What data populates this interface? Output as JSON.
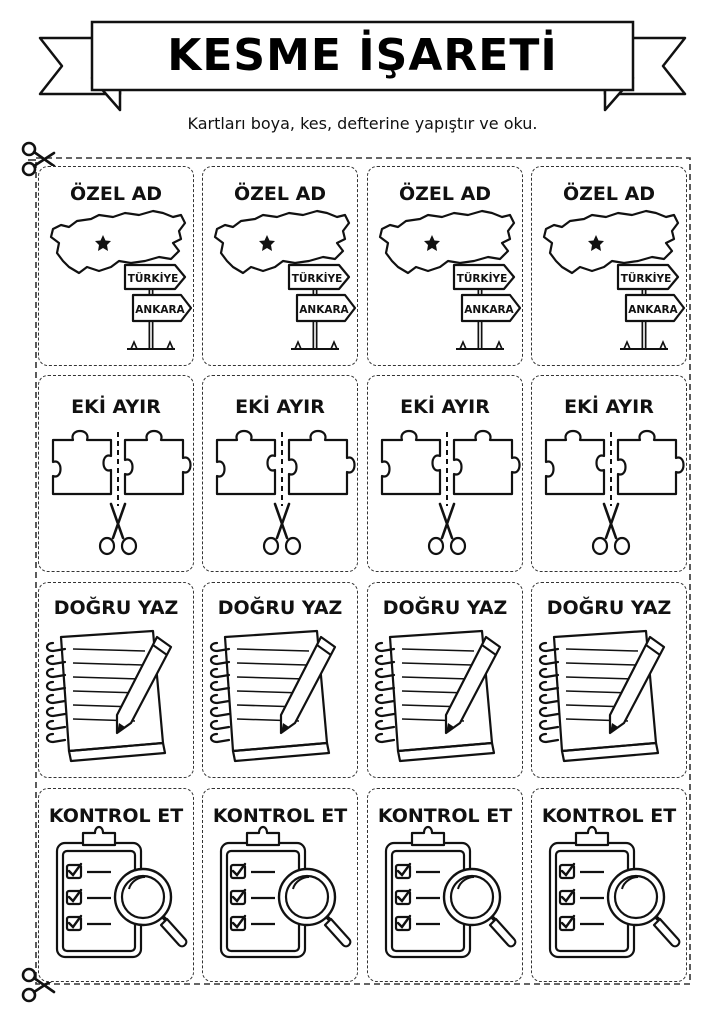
{
  "title": "KESME İŞARETİ",
  "instruction": "Kartları boya, kes, defterine yapıştır ve oku.",
  "rows": [
    {
      "type": "ozel",
      "label": "ÖZEL AD",
      "sign_top": "TÜRKİYE",
      "sign_bottom": "ANKARA",
      "icons": [
        "turkey-map-icon",
        "star-icon",
        "signpost-icon"
      ]
    },
    {
      "type": "ek",
      "label": "EKİ AYIR",
      "icons": [
        "puzzle-pieces-icon",
        "scissors-icon"
      ]
    },
    {
      "type": "yaz",
      "label": "DOĞRU YAZ",
      "icons": [
        "notebook-icon",
        "pencil-icon"
      ]
    },
    {
      "type": "kontrol",
      "label": "KONTROL ET",
      "icons": [
        "clipboard-checklist-icon",
        "magnifier-icon"
      ]
    }
  ],
  "columns": 4
}
